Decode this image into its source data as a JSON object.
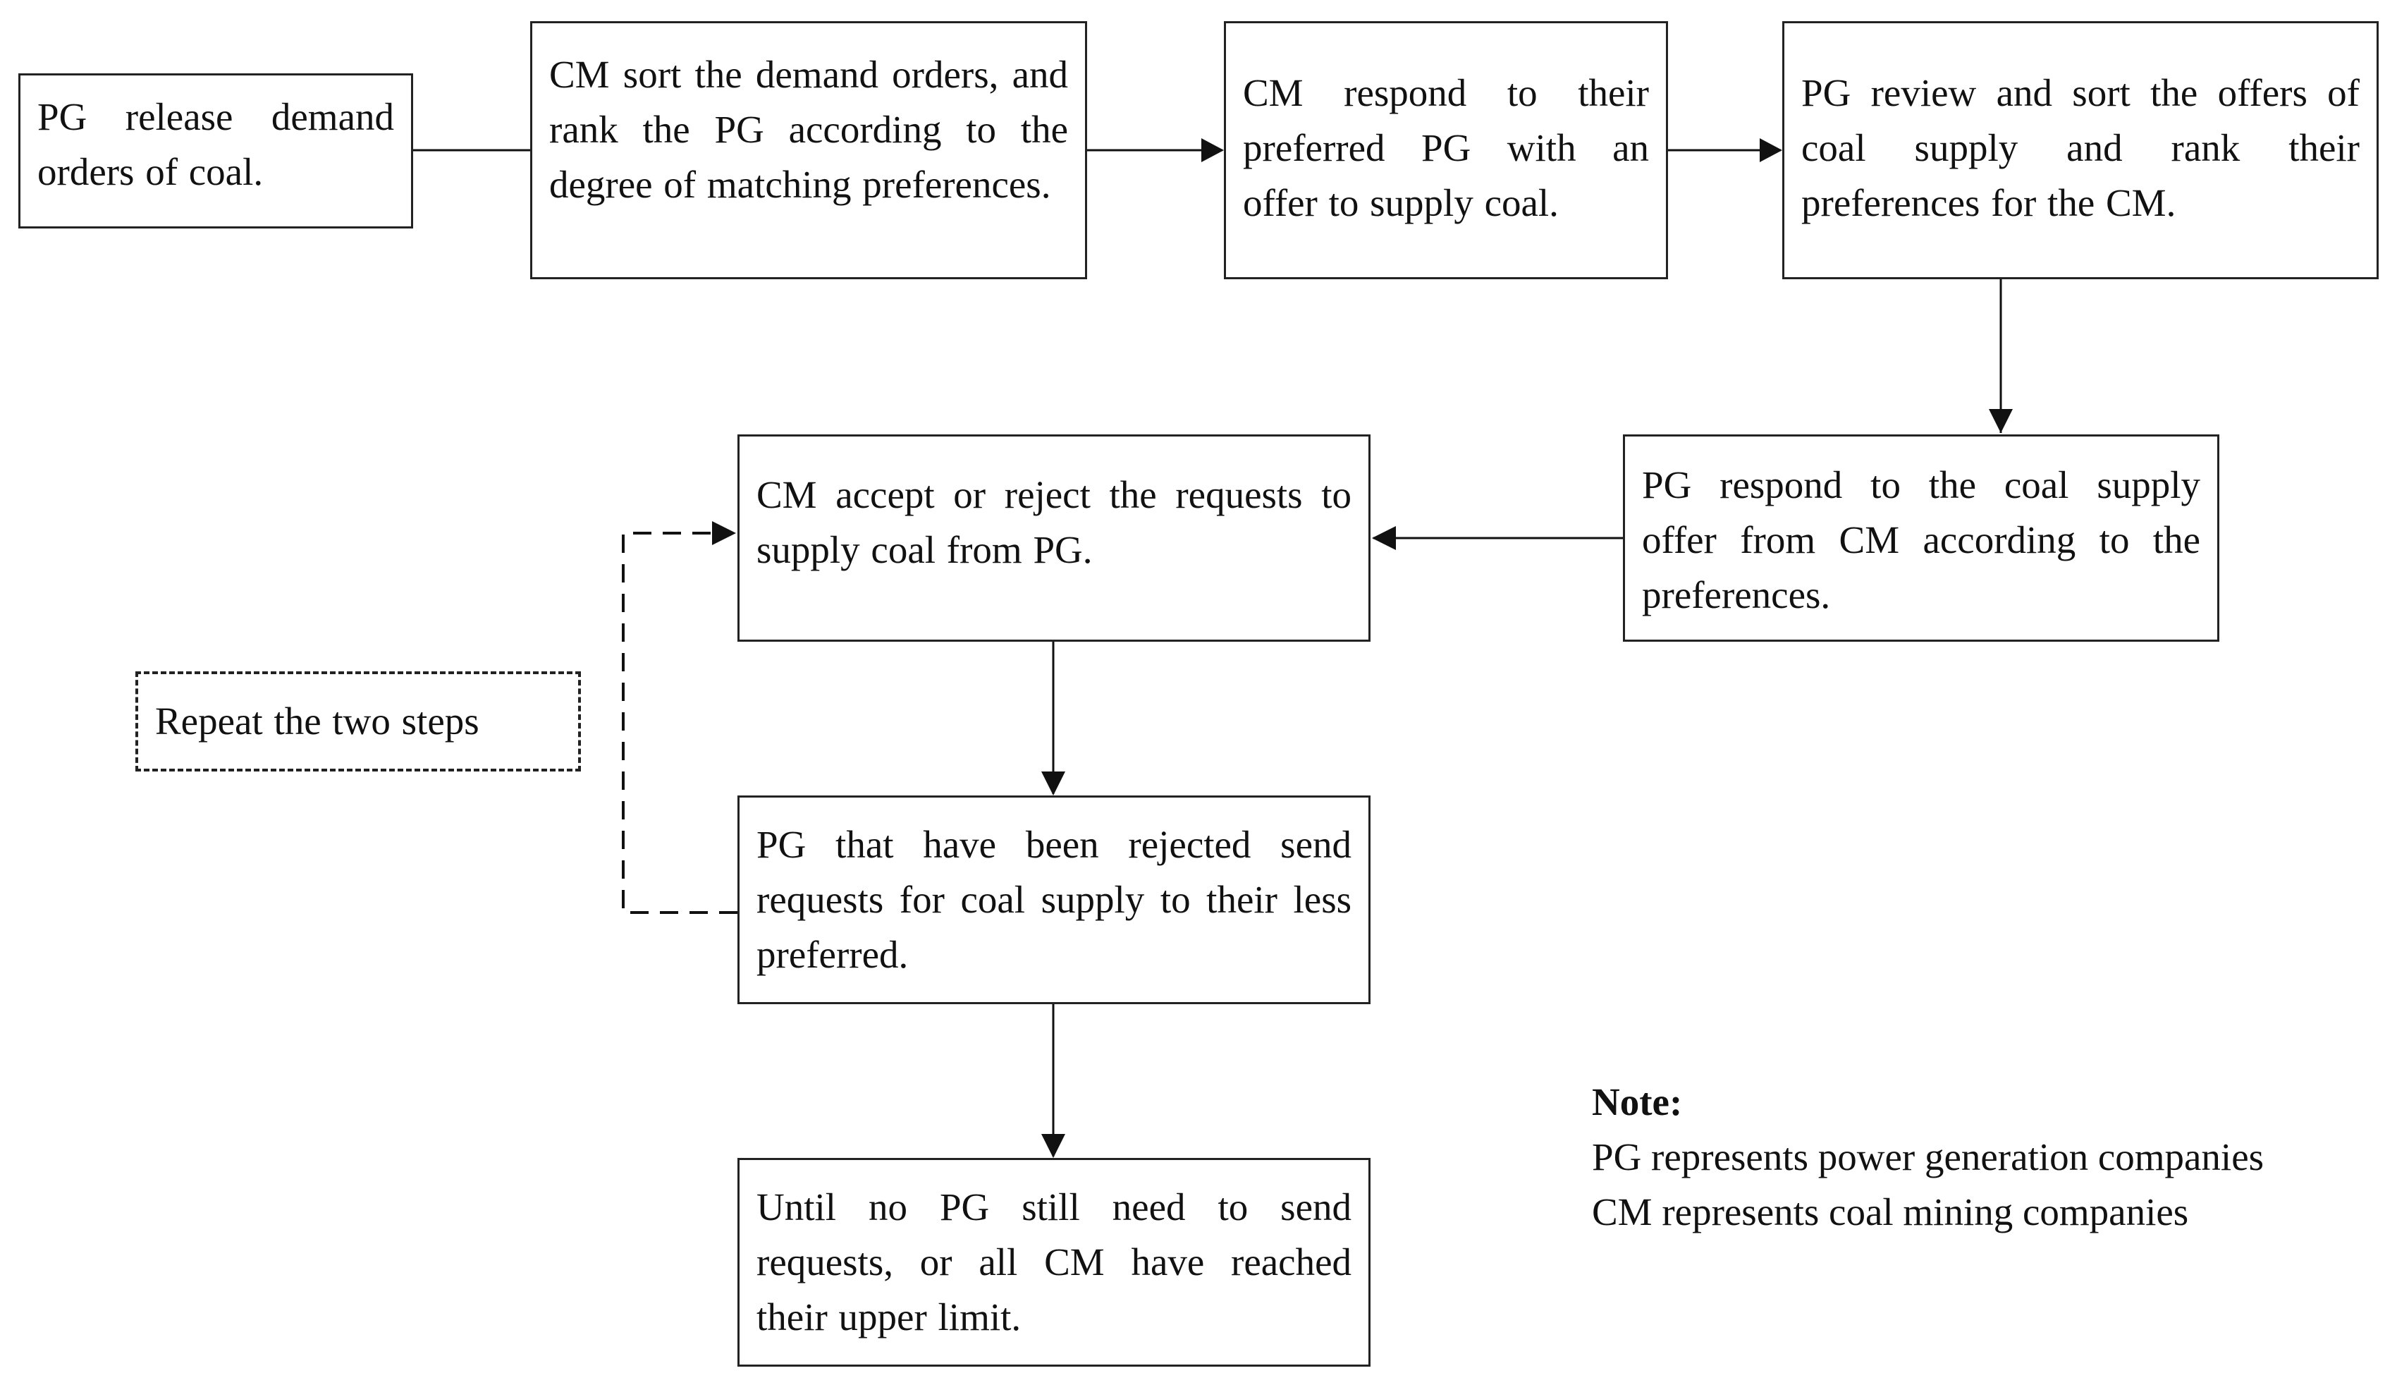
{
  "steps": {
    "release_orders": "PG release demand orders of coal.",
    "cm_sort": "CM sort the demand orders, and rank the PG according to the degree of matching preferences.",
    "cm_respond": "CM respond to their preferred PG with an offer to supply coal.",
    "pg_review": "PG review and sort the offers of coal supply and rank their preferences for the CM.",
    "pg_respond": "PG respond to the coal supply offer from CM according to the preferences.",
    "cm_accept": "CM accept or reject the requests to supply coal from PG.",
    "pg_rejected": "PG that have been rejected send requests for coal supply to their less preferred.",
    "until": "Until no PG still need to send requests, or all CM have reached their upper limit."
  },
  "repeat_label": "Repeat the two steps",
  "note": {
    "heading": "Note:",
    "lines": [
      "PG represents power generation companies",
      "CM represents coal mining companies"
    ]
  }
}
